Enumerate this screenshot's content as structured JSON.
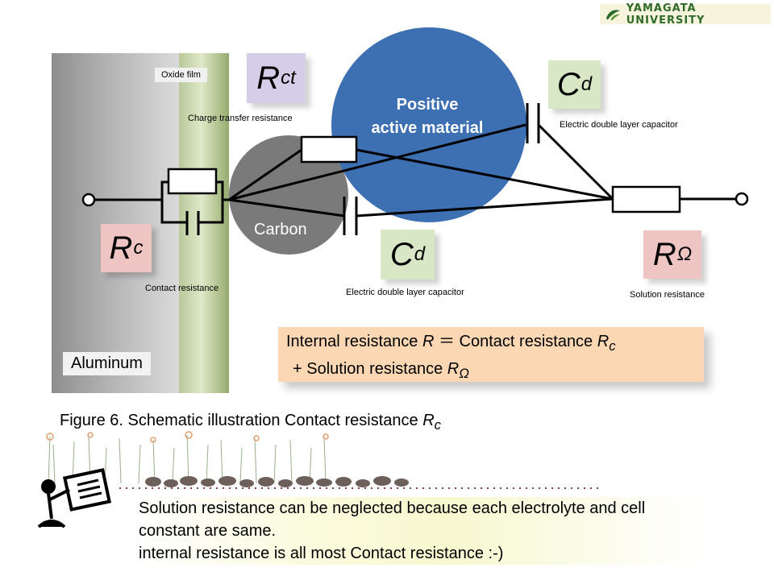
{
  "brand": {
    "name": "YAMAGATA UNIVERSITY",
    "logo_icon": "leaf-logo-icon",
    "color": "#2f6b2a"
  },
  "materials": {
    "aluminum": "Aluminum",
    "oxide_film": "Oxide film",
    "carbon": "Carbon",
    "active_material_line1": "Positive",
    "active_material_line2": "active material"
  },
  "components": {
    "rct": {
      "main": "R",
      "sub": "ct",
      "desc": "Charge transfer resistance",
      "color": "#d6cde8"
    },
    "cd_top": {
      "main": "C",
      "sub": "d",
      "desc": "Electric double layer capacitor",
      "color": "#d8e8c6"
    },
    "cd_bottom": {
      "main": "C",
      "sub": "d",
      "desc": "Electric double layer capacitor",
      "color": "#d8e8c6"
    },
    "rc": {
      "main": "R",
      "sub": "c",
      "desc": "Contact resistance",
      "color": "#eec5c2"
    },
    "romega": {
      "main": "R",
      "sub": "Ω",
      "desc": "Solution resistance",
      "color": "#eec5c2"
    }
  },
  "equation": {
    "line1_a": "Internal resistance ",
    "line1_r": "R",
    "line1_b": " ＝ Contact resistance ",
    "line1_rc": "R",
    "line1_rc_sub": "c",
    "line2_a": "+ Solution resistance ",
    "line2_r": "R",
    "line2_sub": "Ω",
    "bg_color": "#fbd7b4"
  },
  "caption": {
    "text": "Figure 6. Schematic illustration Contact resistance ",
    "r": "R",
    "sub": "c"
  },
  "note": {
    "icon": "presenter-icon",
    "line1": "Solution resistance can be neglected because each electrolyte and cell",
    "line2": "constant are same.",
    "line3": "internal resistance is all most Contact resistance :-)"
  }
}
